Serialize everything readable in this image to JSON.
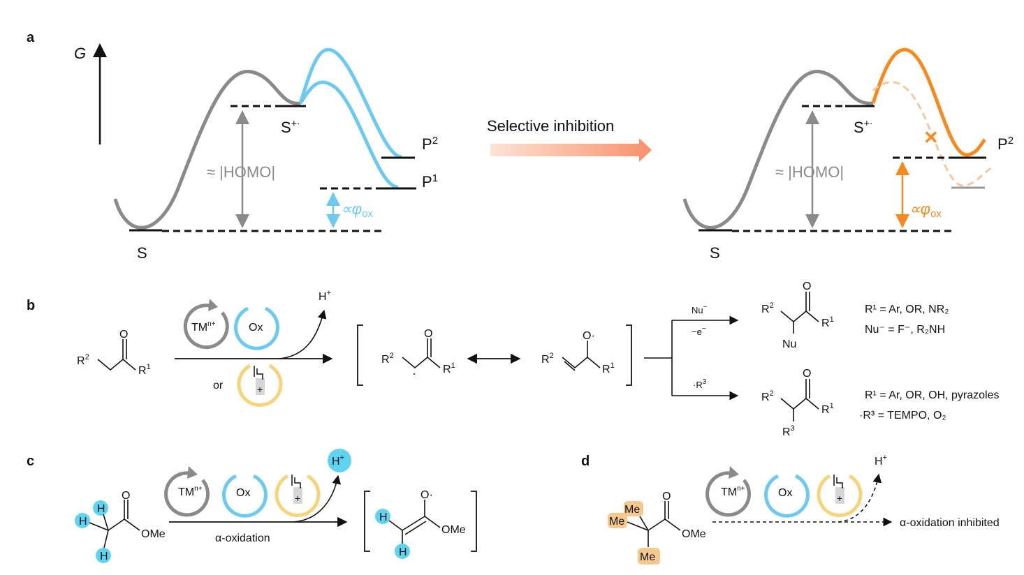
{
  "colors": {
    "gray": "#8a8a8a",
    "blue": "#6ccaf0",
    "orange": "#f58a1f",
    "yellow": "#f6d57a",
    "cyan_fill": "#5fd3ef",
    "tan_fill": "#f4c990"
  },
  "panels": {
    "a": "a",
    "b": "b",
    "c": "c",
    "d": "d"
  },
  "a": {
    "g_axis": "G",
    "arrow_label": "Selective inhibition",
    "left": {
      "s": "S",
      "s_rad": "S",
      "s_rad_sup": "+·",
      "p2": "P",
      "p2_sup": "2",
      "p1": "P",
      "p1_sup": "1",
      "homo": "≈ |HOMO|",
      "phi": "∝φ",
      "phi_sub": "ox"
    },
    "right": {
      "s": "S",
      "s_rad": "S",
      "s_rad_sup": "+·",
      "p2": "P",
      "p2_sup": "2",
      "homo": "≈ |HOMO|",
      "phi": "∝φ",
      "phi_sub": "ox",
      "cross": "✕"
    }
  },
  "b": {
    "o": "O",
    "r1": "R",
    "r1_sup": "1",
    "r2": "R",
    "r2_sup": "2",
    "r3": "R",
    "r3_sup": "3",
    "tm": "TM",
    "tm_sup": "n+",
    "ox": "Ox",
    "or": "or",
    "h_plus": "H",
    "h_plus_sup": "+",
    "nu_label": "Nu",
    "nu_sup": "−",
    "minus_e": "−e",
    "minus_e_sup": "−",
    "r3_label": "·R",
    "r3_label_sup": "3",
    "o_radical": "O·",
    "nu": "Nu",
    "cond1_line1": "R¹ = Ar, OR, NR₂",
    "cond1_line2": "Nu⁻ = F⁻, R₂NH",
    "cond2_line1": "R¹ = Ar, OR, OH, pyrazoles",
    "cond2_line2": "·R³ = TEMPO, O₂"
  },
  "c": {
    "h": "H",
    "o": "O",
    "ome": "OMe",
    "tm": "TM",
    "tm_sup": "n+",
    "ox": "Ox",
    "h_plus": "H",
    "h_plus_sup": "+",
    "arrow_label": "α-oxidation",
    "o_radical": "O·"
  },
  "d": {
    "me": "Me",
    "o": "O",
    "ome": "OMe",
    "tm": "TM",
    "tm_sup": "n+",
    "ox": "Ox",
    "h_plus": "H",
    "h_plus_sup": "+",
    "result": "α-oxidation inhibited"
  }
}
